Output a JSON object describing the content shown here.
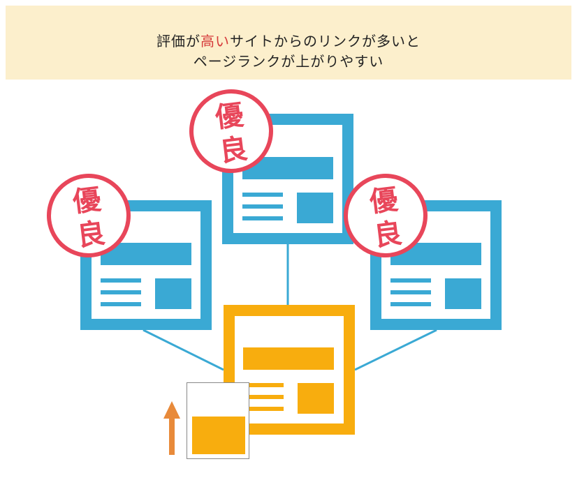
{
  "banner": {
    "line1_pre": "評価が",
    "line1_accent": "高い",
    "line1_post": "サイトからのリンクが多いと",
    "line2": "ページランクが上がりやすい",
    "accent_color": "#d63b3b",
    "background_color": "#fcefcc"
  },
  "colors": {
    "source_page": "#3aa9d4",
    "target_page": "#f8ad0e",
    "stamp": "#e8465a",
    "arrow": "#e88a3a"
  },
  "stamps": [
    {
      "char1": "優",
      "char2": "良"
    },
    {
      "char1": "優",
      "char2": "良"
    },
    {
      "char1": "優",
      "char2": "良"
    }
  ],
  "icons": {
    "up_arrow": "up-arrow-icon",
    "rank_box": "rank-box-icon"
  }
}
